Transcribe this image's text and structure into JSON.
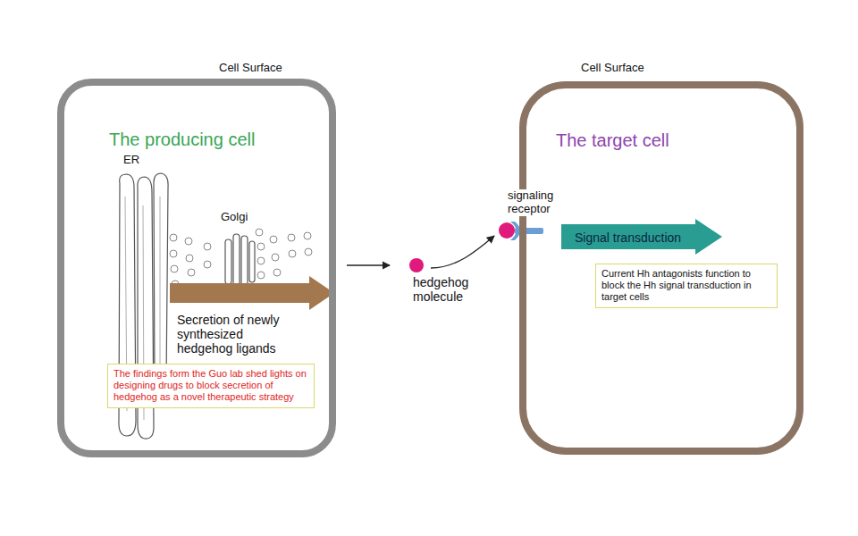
{
  "diagram": {
    "nodes": [
      {
        "text": [
          "Cell Surface",
          "The producing cell"
        ]
      },
      {
        "text": [
          "The findings form the Guo lab shed lights on designing drugs to block secretion of hedgehog as a novel therapeutic strategy"
        ],
        "in": 0
      },
      {
        "text": [
          "Cell Surface",
          "The target cell"
        ]
      },
      {
        "text": [
          "Signal transduction"
        ],
        "in": 2
      },
      {
        "text": [
          "Current Hh antagonists function to block the Hh signal transduction in target cells"
        ],
        "in": 2
      }
    ],
    "labels": [
      "ER",
      "Golgi",
      "Secretion of newly synthesized hedgehog ligands",
      "hedgehog molecule",
      "signaling receptor"
    ]
  }
}
